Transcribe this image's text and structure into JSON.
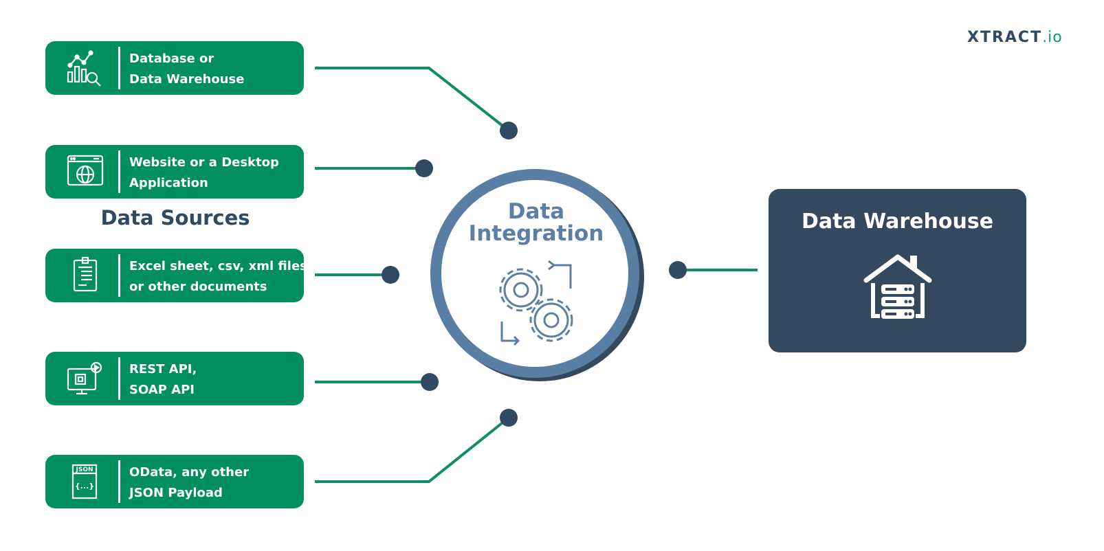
{
  "logo": {
    "part1": "XTRACT",
    "part2": ".io"
  },
  "sources_label": "Data Sources",
  "sources": [
    {
      "line1": "Database or",
      "line2": "Data Warehouse",
      "icon": "analytics-chart-icon"
    },
    {
      "line1": "Website or a Desktop",
      "line2": "Application",
      "icon": "web-browser-globe-icon"
    },
    {
      "line1": "Excel sheet, csv, xml files,",
      "line2": "or other documents",
      "icon": "document-icon"
    },
    {
      "line1": "REST API,",
      "line2": "SOAP API",
      "icon": "api-monitor-gear-icon"
    },
    {
      "line1": "OData, any other",
      "line2": "JSON Payload",
      "icon": "json-file-icon"
    }
  ],
  "hub": {
    "line1": "Data",
    "line2": "Integration",
    "icon": "gears-cycle-icon"
  },
  "destination": {
    "title": "Data Warehouse",
    "icon": "house-server-icon"
  },
  "colors": {
    "green": "#008f5d",
    "navy": "#34495e",
    "ring": "#587ea3",
    "text_dark": "#2f4a62"
  }
}
